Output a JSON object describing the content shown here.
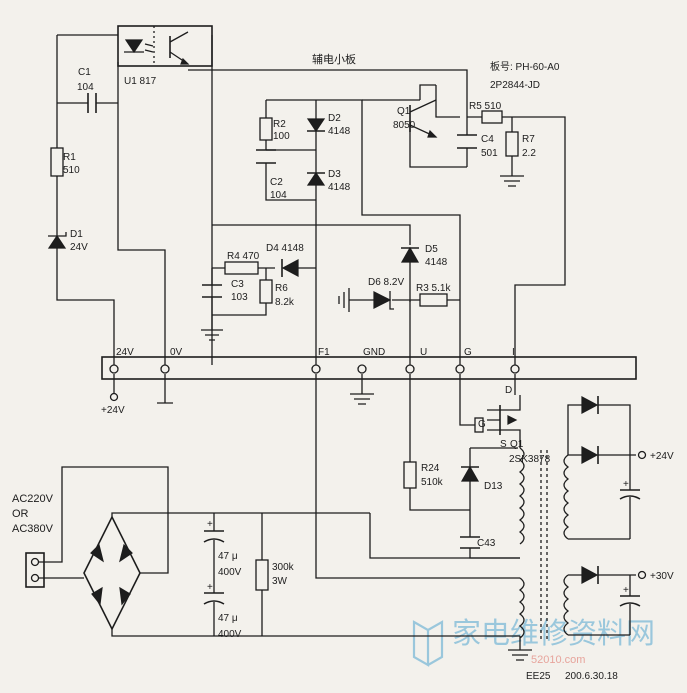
{
  "title": "辅电小板",
  "board_no": "板号: PH-60-A0",
  "board_model": "2P2844-JD",
  "connector": {
    "pins": [
      "24V",
      "0V",
      "F1",
      "GND",
      "U",
      "G",
      "I"
    ],
    "plus24": "+24V"
  },
  "components": {
    "U1": "U1  817",
    "C1": "C1",
    "C1_val": "104",
    "R1": "R1",
    "R1_val": "510",
    "D1": "D1",
    "D1_val": "24V",
    "R2": "R2",
    "R2_val": "100",
    "C2": "C2",
    "C2_val": "104",
    "D2": "D2",
    "D2_val": "4148",
    "D3": "D3",
    "D3_val": "4148",
    "Q1": "Q1",
    "Q1_val": "8050",
    "R5": "R5  510",
    "C4": "C4",
    "C4_val": "501",
    "R7": "R7",
    "R7_val": "2.2",
    "R4": "R4  470",
    "D4": "D4  4148",
    "C3": "C3",
    "C3_val": "103",
    "R6": "R6",
    "R6_val": "8.2k",
    "D5": "D5",
    "D5_val": "4148",
    "D6": "D6  8.2V",
    "R3": "R3  5.1k",
    "MOS_D": "D",
    "MOS_G": "G",
    "MOS_S": "S",
    "MOS_ref": "Q1",
    "MOS_val": "2SK3878",
    "R24": "R24",
    "R24_val": "510k",
    "D13": "D13",
    "C43": "C43",
    "ac_line1": "AC220V",
    "ac_line2": "OR",
    "ac_line3": "AC380V",
    "cap_top": "47 μ",
    "cap_top_v": "400V",
    "cap_bot": "47 μ",
    "cap_bot_v": "400V",
    "bleeder": "300k",
    "bleeder_w": "3W",
    "out1": "+24V",
    "out2": "+30V",
    "transformer": "EE25",
    "date": "200.6.30.18"
  },
  "watermark": {
    "text": "家电维修资料网",
    "url": "52010.com"
  }
}
